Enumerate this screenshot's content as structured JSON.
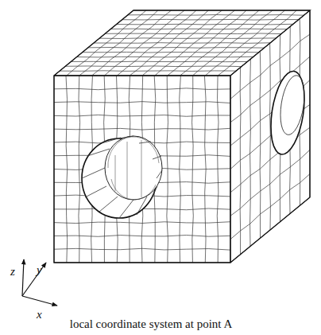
{
  "diagram": {
    "caption": "local coordinate system at point A",
    "labels": [
      "z",
      "y",
      "x"
    ]
  }
}
